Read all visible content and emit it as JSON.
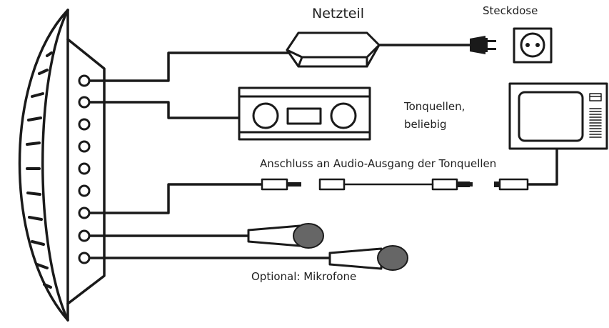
{
  "labels": {
    "netzteil": "Netzteil",
    "steckdose": "Steckdose",
    "tonquellen_line1": "Tonquellen,",
    "tonquellen_line2": "beliebig",
    "anschluss": "Anschluss an Audio-Ausgang der Tonquellen",
    "mikrofone": "Optional: Mikrofone"
  },
  "icons": {
    "device": "mixer-device-icon",
    "power_adapter": "power-adapter-icon",
    "plug": "power-plug-icon",
    "socket": "wall-socket-icon",
    "radio": "radio-icon",
    "tv": "tv-icon",
    "cable": "audio-cable-icon",
    "microphone": "microphone-icon"
  }
}
